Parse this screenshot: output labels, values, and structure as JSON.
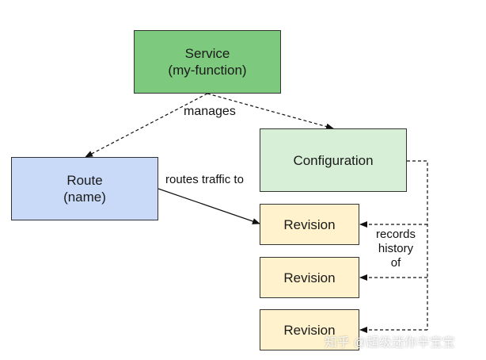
{
  "nodes": {
    "service": {
      "lines": [
        "Service",
        "(my-function)"
      ],
      "color": "#7dc97d"
    },
    "route": {
      "lines": [
        "Route",
        "(name)"
      ],
      "color": "#c9daf8"
    },
    "configuration": {
      "lines": [
        "Configuration"
      ],
      "color": "#d6efd6"
    },
    "revisions": [
      {
        "label": "Revision",
        "color": "#fff2cc"
      },
      {
        "label": "Revision",
        "color": "#fff2cc"
      },
      {
        "label": "Revision",
        "color": "#fff2cc"
      }
    ]
  },
  "edges": {
    "manages": "manages",
    "routes_traffic_to": "routes traffic to",
    "records_history_of": [
      "records",
      "history",
      "of"
    ]
  },
  "watermark": "知乎 @超级迷你辛宝宝"
}
